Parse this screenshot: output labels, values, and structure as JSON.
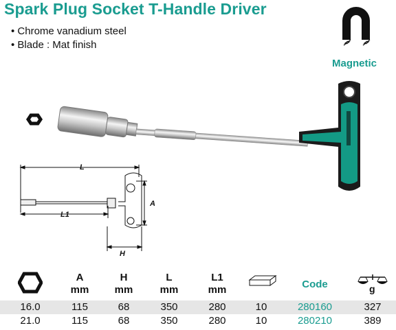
{
  "header": {
    "title": "Spark Plug Socket T-Handle Driver"
  },
  "features": [
    "• Chrome vanadium steel",
    "• Blade : Mat finish"
  ],
  "magnetic": {
    "label": "Magnetic",
    "icon": "magnet-icon"
  },
  "diagram": {
    "label_L": "L",
    "label_L1": "L1",
    "label_A": "A",
    "label_H": "H"
  },
  "colors": {
    "accent": "#1a9c90",
    "handle_black": "#1b1b1b",
    "handle_green": "#139a85"
  },
  "specs": {
    "headers": [
      {
        "key": "size",
        "icon": "hexagon-icon"
      },
      {
        "key": "A",
        "line1": "A",
        "line2": "mm"
      },
      {
        "key": "H",
        "line1": "H",
        "line2": "mm"
      },
      {
        "key": "L",
        "line1": "L",
        "line2": "mm"
      },
      {
        "key": "L1",
        "line1": "L1",
        "line2": "mm"
      },
      {
        "key": "pack",
        "icon": "pack-box-icon"
      },
      {
        "key": "code",
        "line1": "Code"
      },
      {
        "key": "weight",
        "icon": "scale-icon",
        "unit": "g"
      }
    ],
    "rows": [
      [
        "16.0",
        "115",
        "68",
        "350",
        "280",
        "10",
        "280160",
        "327"
      ],
      [
        "21.0",
        "115",
        "68",
        "350",
        "280",
        "10",
        "280210",
        "389"
      ]
    ]
  }
}
